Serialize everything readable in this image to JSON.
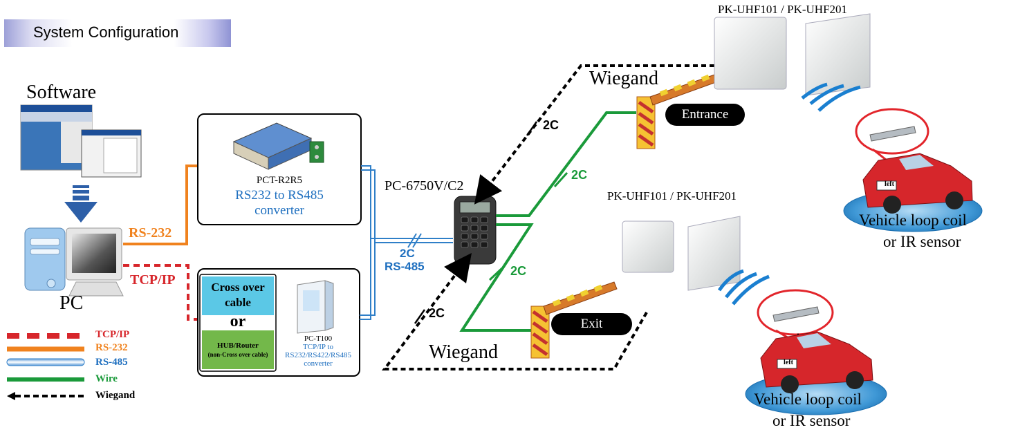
{
  "header": {
    "title": "System Configuration"
  },
  "software": {
    "label": "Software"
  },
  "pc": {
    "label": "PC"
  },
  "links": {
    "rs232": "RS-232",
    "tcpip": "TCP/IP",
    "bus_count": "2C",
    "bus_type": "RS-485",
    "wiegand_top_count": "2C",
    "wiegand_bottom_count": "2C",
    "wire_top_count": "2C",
    "wire_bottom_count": "2C"
  },
  "converter1": {
    "model": "PCT-R2R5",
    "desc_line1": "RS232 to RS485",
    "desc_line2": "converter"
  },
  "converter2": {
    "cable_line1": "Cross over",
    "cable_line2": "cable",
    "or": "or",
    "hub_line1": "HUB/Router",
    "hub_line2": "(non-Cross over cable)",
    "model": "PC-T100",
    "desc_line1": "TCP/IP to",
    "desc_line2": "RS232/RS422/RS485",
    "desc_line3": "converter"
  },
  "controller": {
    "model": "PC-6750V/C2"
  },
  "entrance": {
    "reader_label": "PK-UHF101 / PK-UHF201",
    "wiegand_label": "Wiegand",
    "gate_label": "Entrance",
    "sensor_line1": "Vehicle loop coil",
    "sensor_line2": "or IR sensor",
    "plate": "left"
  },
  "exit": {
    "reader_label": "PK-UHF101 / PK-UHF201",
    "wiegand_label": "Wiegand",
    "gate_label": "Exit",
    "sensor_line1": "Vehicle loop coil",
    "sensor_line2": "or IR sensor",
    "plate": "left"
  },
  "legend": [
    {
      "label": "TCP/IP",
      "color": "#d7262b"
    },
    {
      "label": "RS-232",
      "color": "#f0821e"
    },
    {
      "label": "RS-485",
      "color": "#1e6fbf"
    },
    {
      "label": "Wire",
      "color": "#1a9a3a"
    },
    {
      "label": "Wiegand",
      "color": "#000000"
    }
  ],
  "colors": {
    "tcpip": "#d7262b",
    "rs232": "#f0821e",
    "rs485": "#1e6fbf",
    "wire": "#1a9a3a",
    "wiegand": "#000000"
  }
}
